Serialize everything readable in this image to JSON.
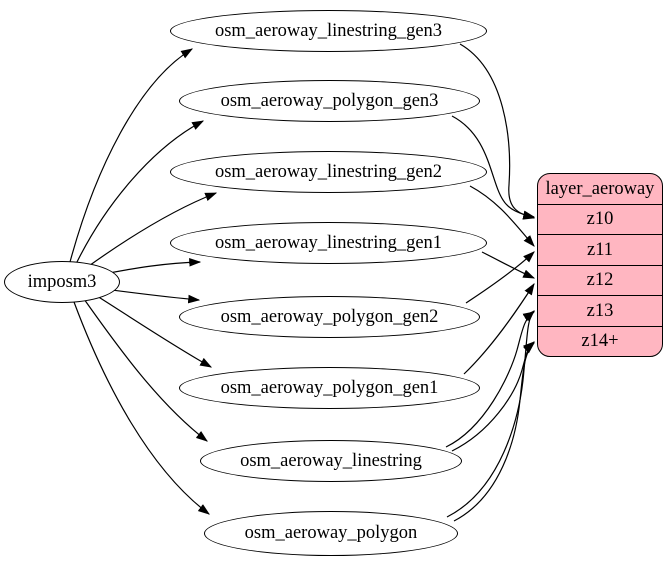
{
  "diagram": {
    "background": "#ffffff",
    "edge_color": "#000000",
    "source": {
      "label": "imposm3"
    },
    "tables": [
      {
        "id": "osm_aeroway_linestring_gen3",
        "label": "osm_aeroway_linestring_gen3"
      },
      {
        "id": "osm_aeroway_polygon_gen3",
        "label": "osm_aeroway_polygon_gen3"
      },
      {
        "id": "osm_aeroway_linestring_gen2",
        "label": "osm_aeroway_linestring_gen2"
      },
      {
        "id": "osm_aeroway_linestring_gen1",
        "label": "osm_aeroway_linestring_gen1"
      },
      {
        "id": "osm_aeroway_polygon_gen2",
        "label": "osm_aeroway_polygon_gen2"
      },
      {
        "id": "osm_aeroway_polygon_gen1",
        "label": "osm_aeroway_polygon_gen1"
      },
      {
        "id": "osm_aeroway_linestring",
        "label": "osm_aeroway_linestring"
      },
      {
        "id": "osm_aeroway_polygon",
        "label": "osm_aeroway_polygon"
      }
    ],
    "layer": {
      "title": "layer_aeroway",
      "rows": [
        "z10",
        "z11",
        "z12",
        "z13",
        "z14+"
      ],
      "fill": "#ffb6c1",
      "border_color": "#000000"
    },
    "edges": [
      {
        "from": "imposm3",
        "to": "osm_aeroway_linestring_gen3"
      },
      {
        "from": "imposm3",
        "to": "osm_aeroway_polygon_gen3"
      },
      {
        "from": "imposm3",
        "to": "osm_aeroway_linestring_gen2"
      },
      {
        "from": "imposm3",
        "to": "osm_aeroway_linestring_gen1"
      },
      {
        "from": "imposm3",
        "to": "osm_aeroway_polygon_gen2"
      },
      {
        "from": "imposm3",
        "to": "osm_aeroway_polygon_gen1"
      },
      {
        "from": "imposm3",
        "to": "osm_aeroway_linestring"
      },
      {
        "from": "imposm3",
        "to": "osm_aeroway_polygon"
      },
      {
        "from": "osm_aeroway_linestring_gen3",
        "to": "z10"
      },
      {
        "from": "osm_aeroway_polygon_gen3",
        "to": "z10"
      },
      {
        "from": "osm_aeroway_linestring_gen2",
        "to": "z11"
      },
      {
        "from": "osm_aeroway_polygon_gen2",
        "to": "z11"
      },
      {
        "from": "osm_aeroway_linestring_gen1",
        "to": "z12"
      },
      {
        "from": "osm_aeroway_polygon_gen1",
        "to": "z12"
      },
      {
        "from": "osm_aeroway_linestring",
        "to": "z13"
      },
      {
        "from": "osm_aeroway_linestring",
        "to": "z14+"
      },
      {
        "from": "osm_aeroway_polygon",
        "to": "z13"
      },
      {
        "from": "osm_aeroway_polygon",
        "to": "z14+"
      }
    ]
  }
}
